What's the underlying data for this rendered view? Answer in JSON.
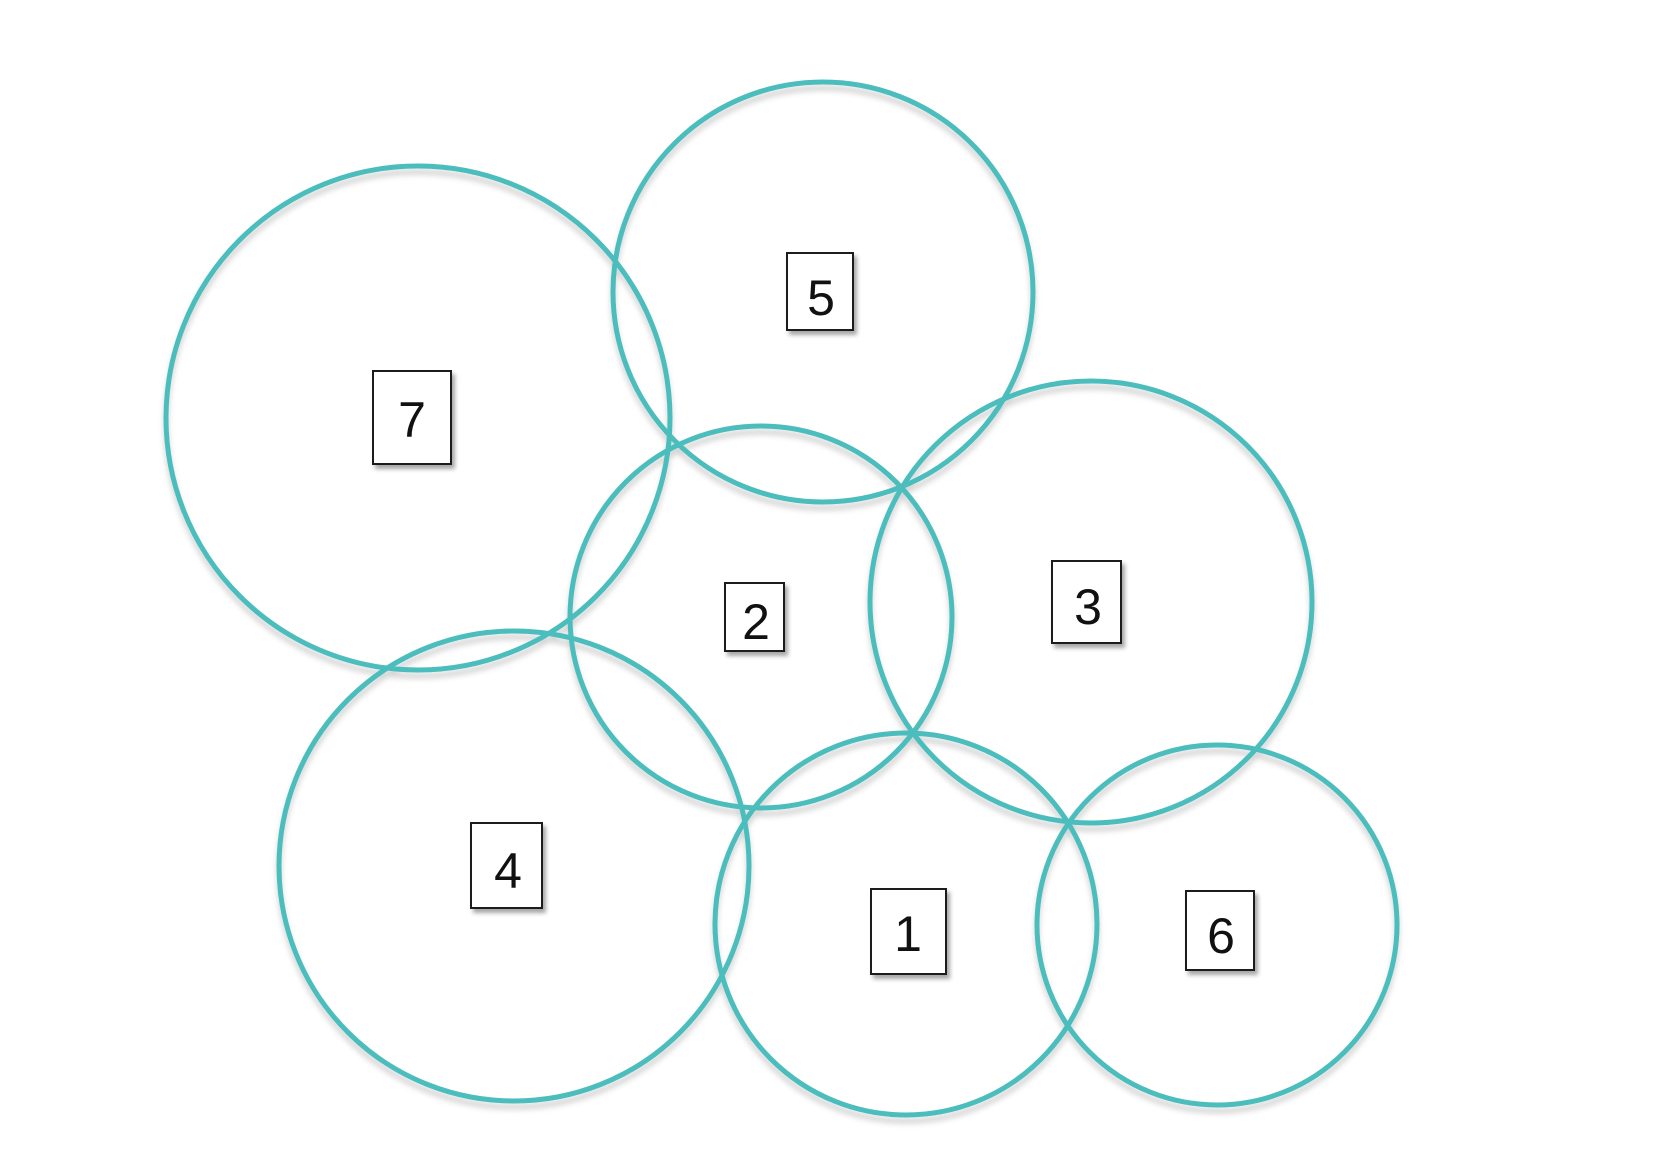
{
  "diagram": {
    "ring_color": "#4BBDBD",
    "regions": [
      {
        "id": "region-1",
        "label": "1"
      },
      {
        "id": "region-2",
        "label": "2"
      },
      {
        "id": "region-3",
        "label": "3"
      },
      {
        "id": "region-4",
        "label": "4"
      },
      {
        "id": "region-5",
        "label": "5"
      },
      {
        "id": "region-6",
        "label": "6"
      },
      {
        "id": "region-7",
        "label": "7"
      }
    ]
  }
}
